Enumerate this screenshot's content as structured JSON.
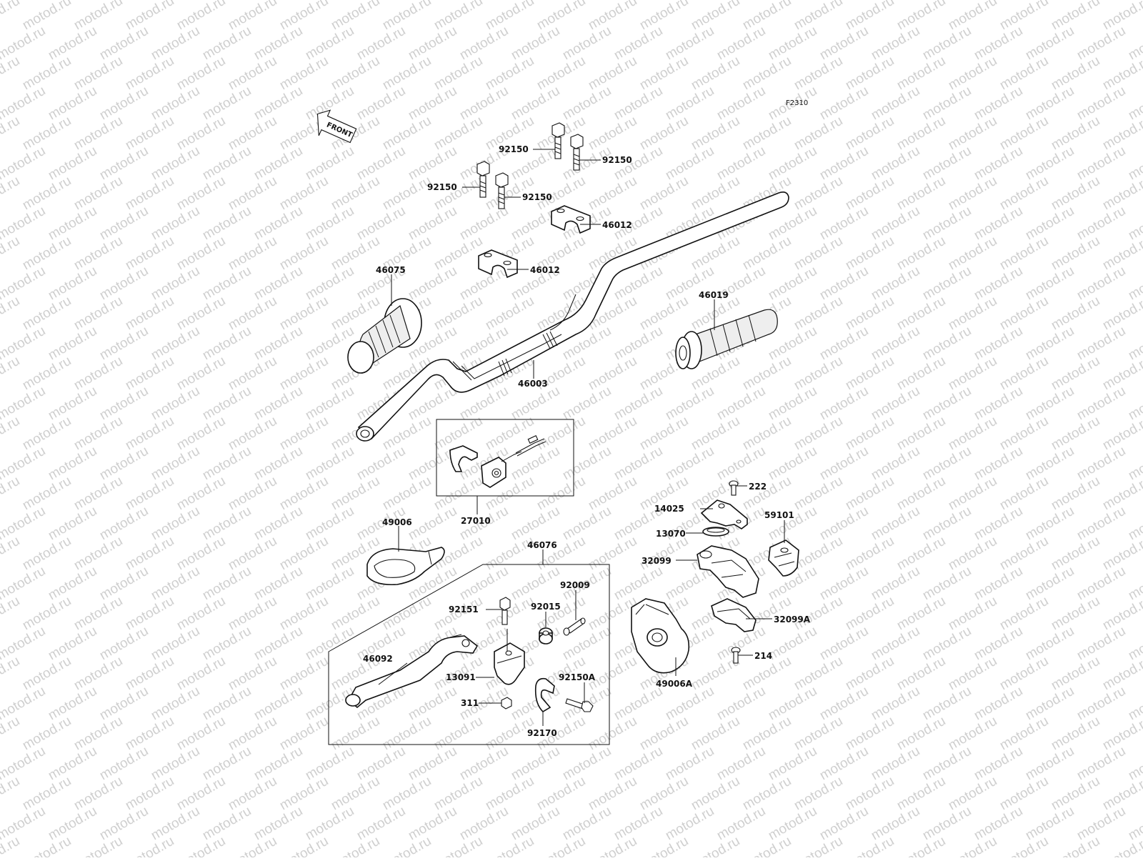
{
  "diagram": {
    "code": "F2310",
    "front_marker": "FRONT",
    "watermark": "motod.ru",
    "parts": [
      {
        "id": "bolt-1",
        "label": "92150"
      },
      {
        "id": "bolt-2",
        "label": "92150"
      },
      {
        "id": "bolt-3",
        "label": "92150"
      },
      {
        "id": "bolt-4",
        "label": "92150"
      },
      {
        "id": "clamp-upper",
        "label": "46012"
      },
      {
        "id": "clamp-lower",
        "label": "46012"
      },
      {
        "id": "left-grip",
        "label": "46075"
      },
      {
        "id": "right-grip",
        "label": "46019"
      },
      {
        "id": "handlebar",
        "label": "46003"
      },
      {
        "id": "switch-kit",
        "label": "27010"
      },
      {
        "id": "lever-cover",
        "label": "49006"
      },
      {
        "id": "lever-assembly",
        "label": "46076"
      },
      {
        "id": "adjuster-bolt",
        "label": "92009"
      },
      {
        "id": "bolt-92151",
        "label": "92151"
      },
      {
        "id": "nut-92015",
        "label": "92015"
      },
      {
        "id": "lever",
        "label": "46092"
      },
      {
        "id": "lever-holder",
        "label": "13091"
      },
      {
        "id": "bolt-92150a",
        "label": "92150A"
      },
      {
        "id": "nut-311",
        "label": "311"
      },
      {
        "id": "clamp-92170",
        "label": "92170"
      },
      {
        "id": "screw-222",
        "label": "222"
      },
      {
        "id": "plate-14025",
        "label": "14025"
      },
      {
        "id": "housing-59101",
        "label": "59101"
      },
      {
        "id": "ring-13070",
        "label": "13070"
      },
      {
        "id": "housing-32099",
        "label": "32099"
      },
      {
        "id": "housing-32099a",
        "label": "32099A"
      },
      {
        "id": "screw-214",
        "label": "214"
      },
      {
        "id": "cover-49006a",
        "label": "49006A"
      }
    ]
  }
}
